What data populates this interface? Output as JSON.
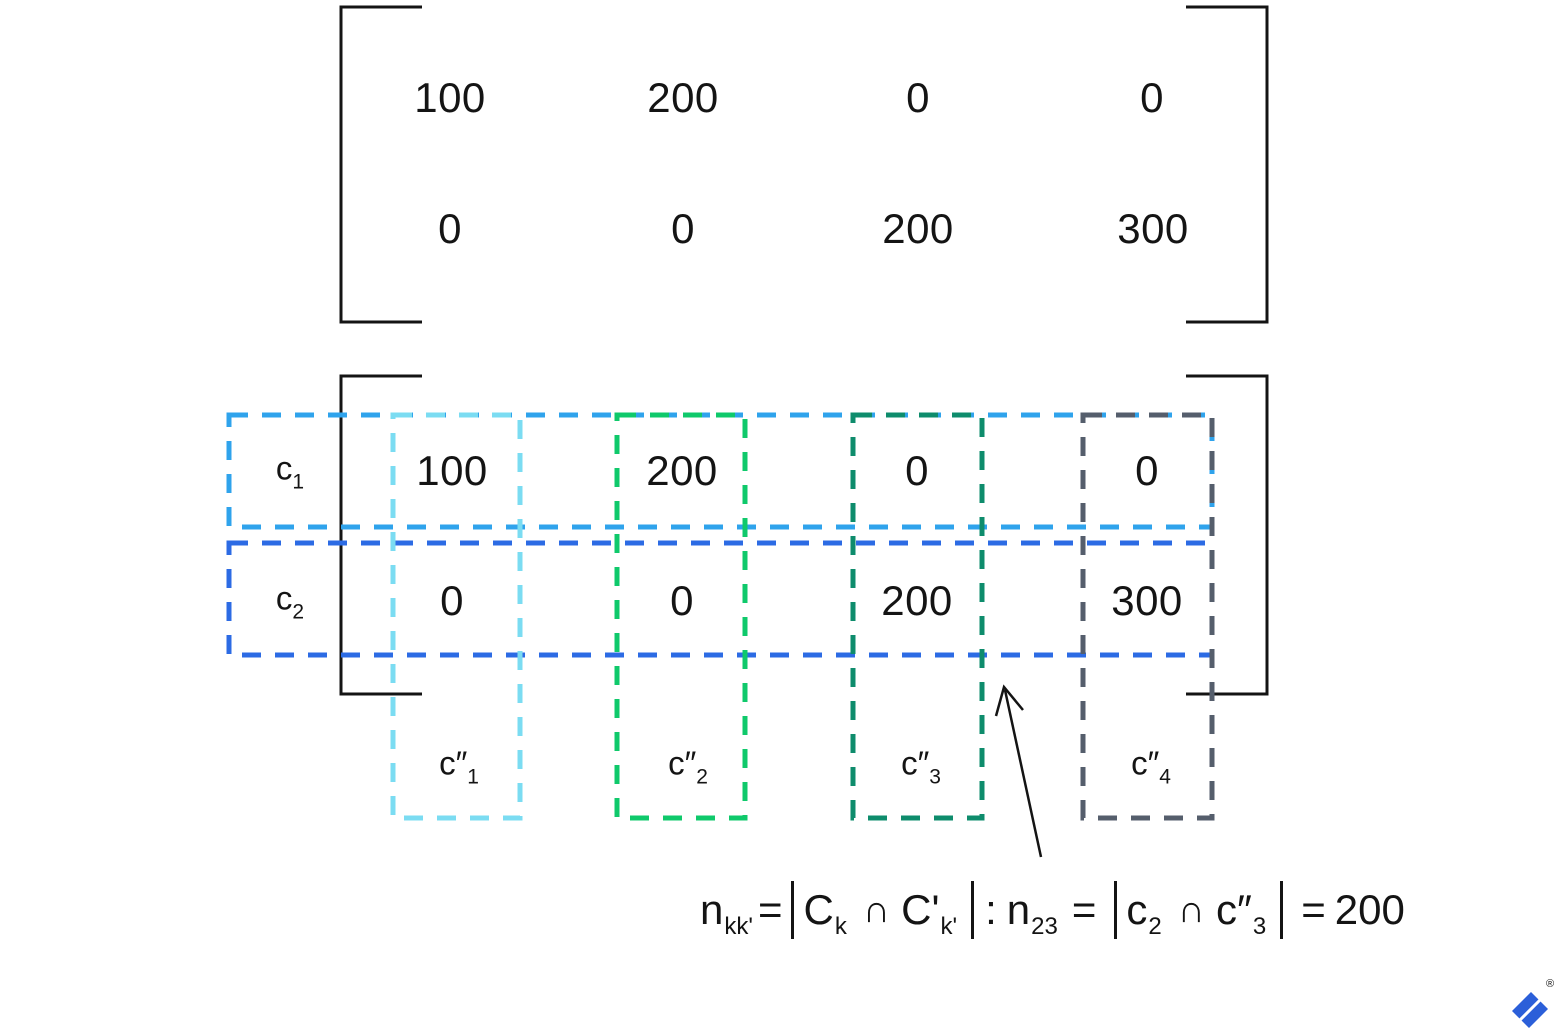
{
  "top_matrix": {
    "rows": [
      [
        "100",
        "200",
        "0",
        "0"
      ],
      [
        "0",
        "0",
        "200",
        "300"
      ]
    ]
  },
  "bottom_matrix": {
    "rows": [
      [
        "100",
        "200",
        "0",
        "0"
      ],
      [
        "0",
        "0",
        "200",
        "300"
      ]
    ],
    "row_labels": [
      {
        "base": "c",
        "sub": "1"
      },
      {
        "base": "c",
        "sub": "2"
      }
    ],
    "col_labels": [
      {
        "base": "c″",
        "sub": "1"
      },
      {
        "base": "c″",
        "sub": "2"
      },
      {
        "base": "c″",
        "sub": "3"
      },
      {
        "base": "c″",
        "sub": "4"
      }
    ]
  },
  "formula": {
    "lhs_base": "n",
    "lhs_sub": "kk'",
    "eq1": "=",
    "bar": "|",
    "setA_base": "C",
    "setA_sub": "k",
    "intersect1": "∩",
    "setB_base": "C'",
    "setB_sub": "k'",
    "colon": ":",
    "n23_base": "n",
    "n23_sub": "23",
    "eq2": "=",
    "rowset_base": "c",
    "rowset_sub": "2",
    "intersect2": "∩",
    "colset_base": "c″",
    "colset_sub": "3",
    "eq3": "=",
    "result": "200"
  },
  "logo": {
    "reg_mark": "®"
  },
  "colors": {
    "text": "#141414",
    "bracket": "#141414",
    "arrow": "#141414",
    "row1_box": "#2FA3EC",
    "row2_box": "#2C6BE4",
    "col1_box": "#7BDCF2",
    "col2_box": "#0FC96B",
    "col3_box": "#0E8C6C",
    "col4_box": "#555E6C",
    "logo_blue": "#2B5FD9"
  }
}
